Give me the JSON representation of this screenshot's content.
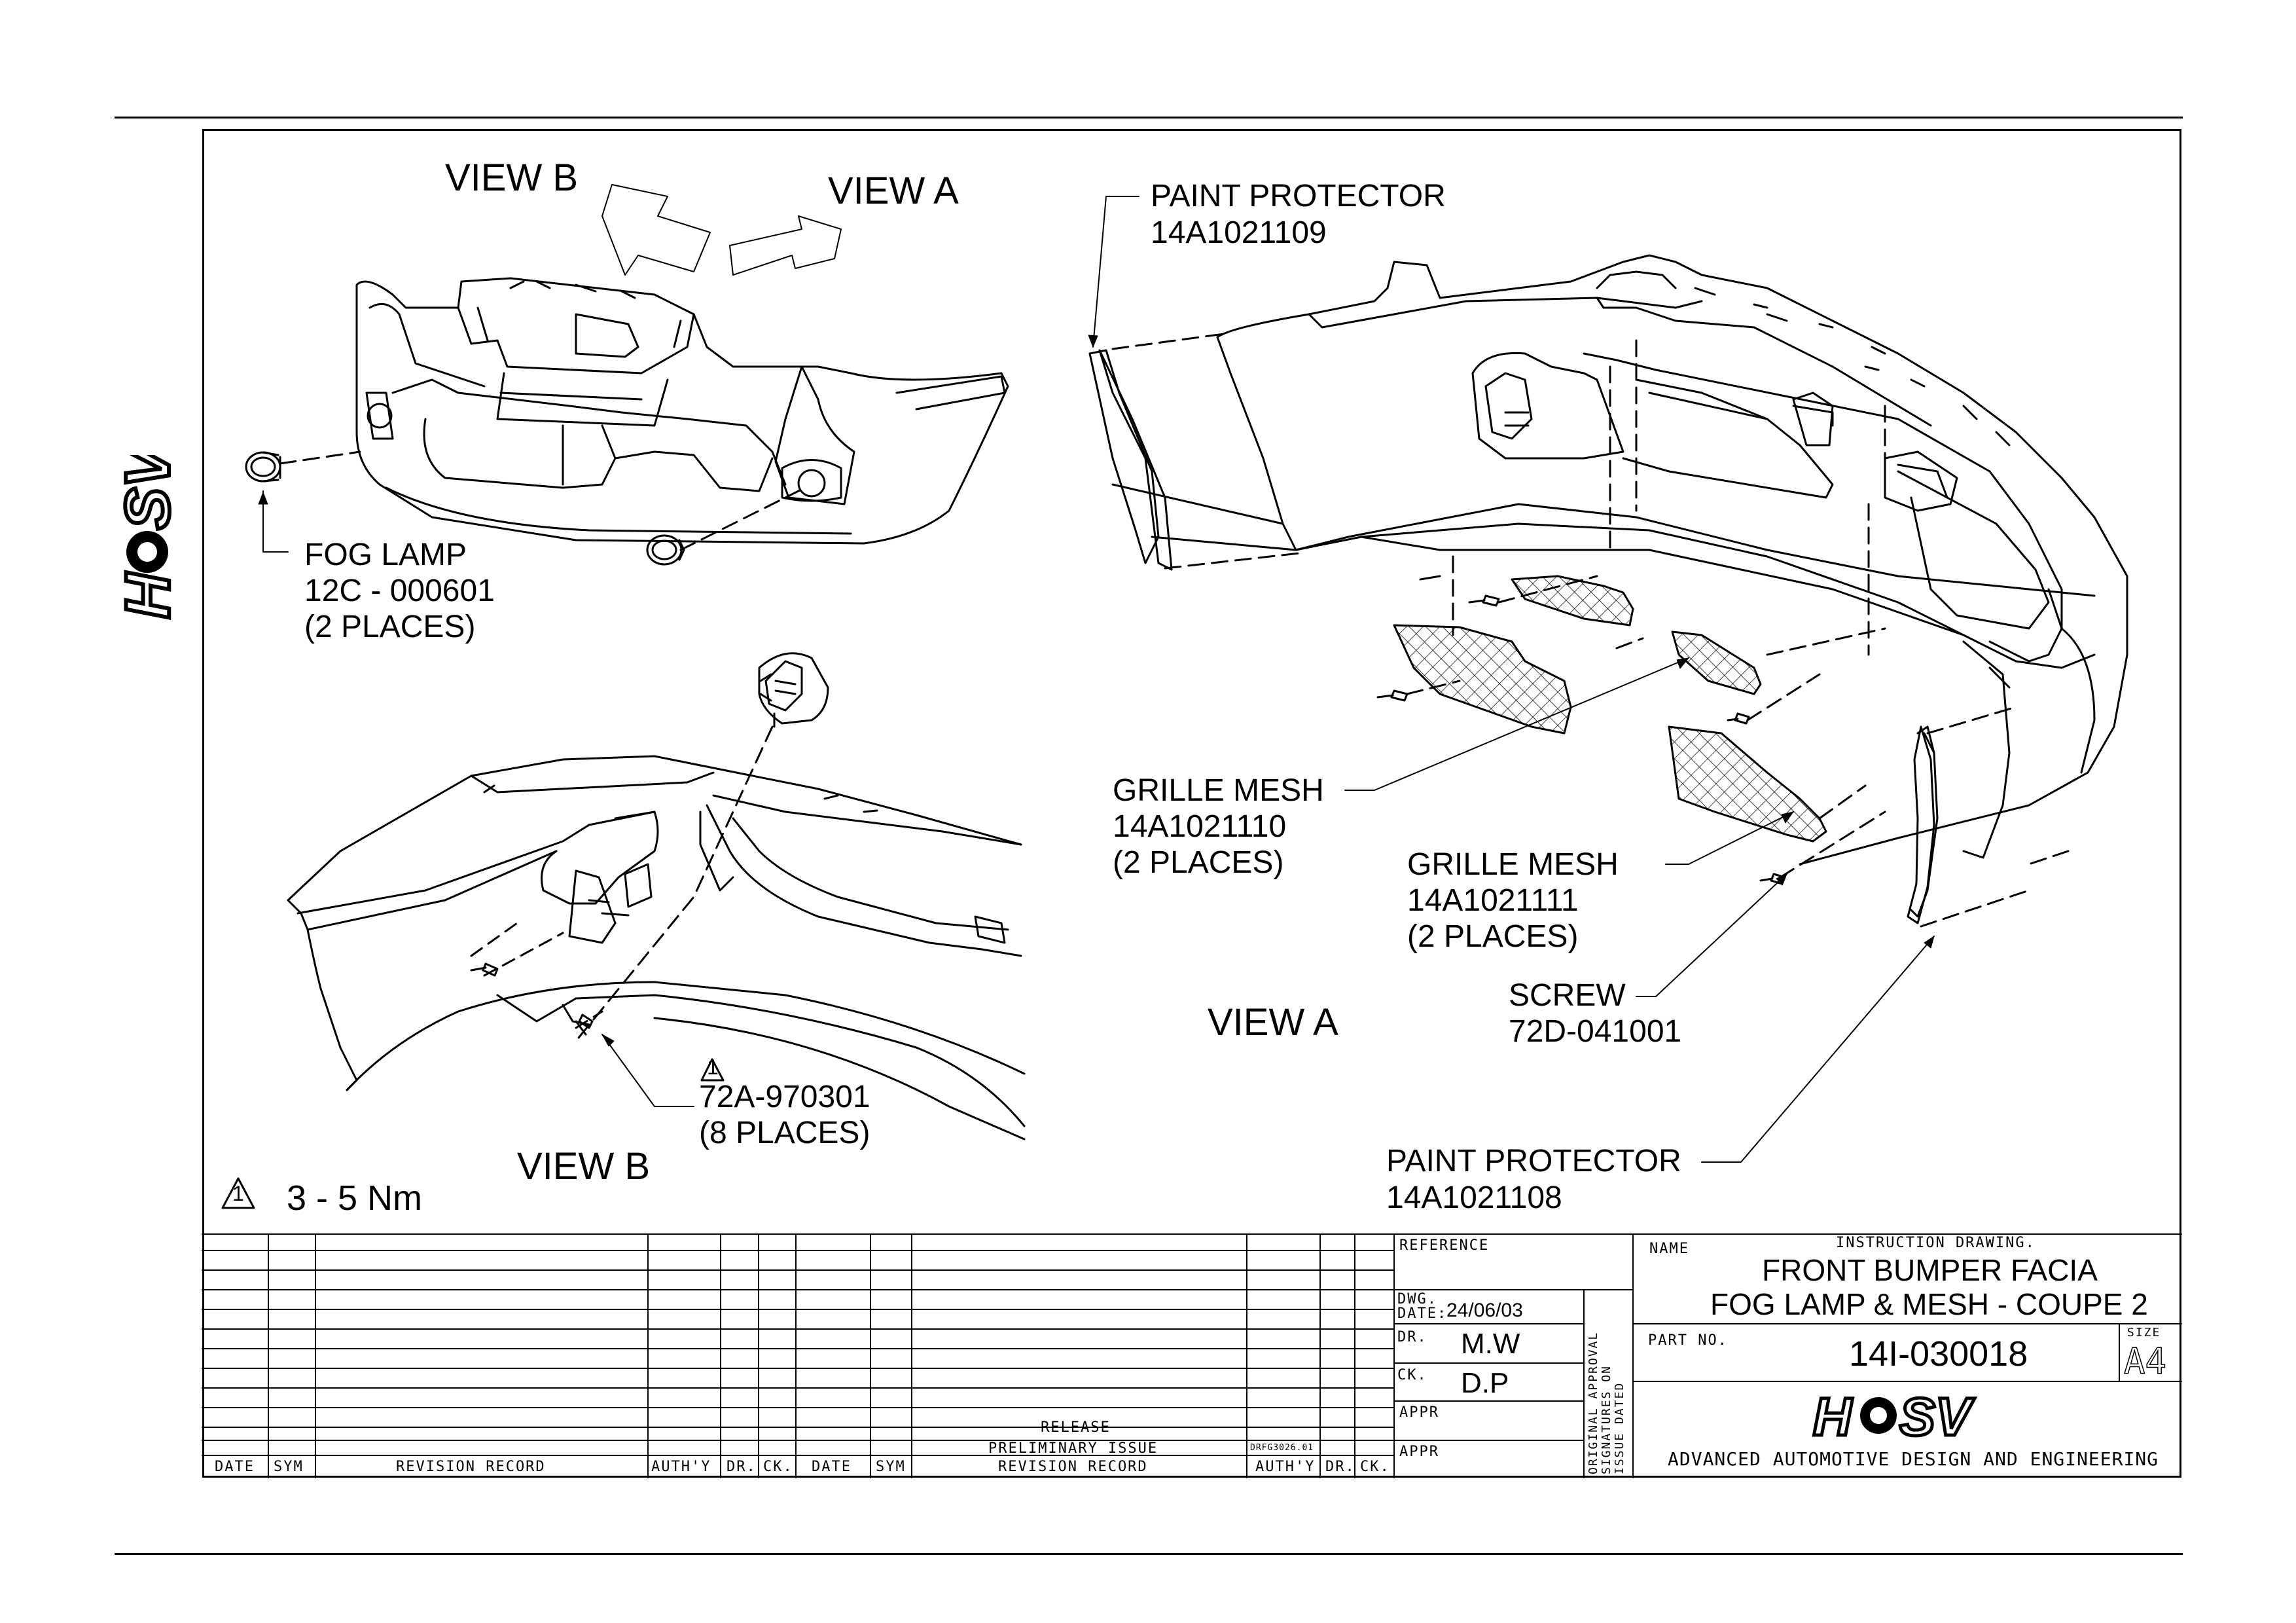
{
  "views": {
    "view_b_top": "VIEW B",
    "view_a_top": "VIEW A",
    "view_a_mid": "VIEW A",
    "view_b_bottom": "VIEW B"
  },
  "callouts": {
    "fog_lamp": {
      "name": "FOG LAMP",
      "part": "12C - 000601",
      "qty": "(2 PLACES)"
    },
    "paint_protector_upper": {
      "name": "PAINT PROTECTOR",
      "part": "14A1021109"
    },
    "grille_mesh_1": {
      "name": "GRILLE MESH",
      "part": "14A1021110",
      "qty": "(2 PLACES)"
    },
    "grille_mesh_2": {
      "name": "GRILLE MESH",
      "part": "14A1021111",
      "qty": "(2 PLACES)"
    },
    "screw": {
      "name": "SCREW",
      "part": "72D-041001"
    },
    "fastener": {
      "note_symbol": "1",
      "part": "72A-970301",
      "qty": "(8 PLACES)"
    },
    "paint_protector_lower": {
      "name": "PAINT PROTECTOR",
      "part": "14A1021108"
    }
  },
  "torque_note": {
    "symbol": "1",
    "text": "3 - 5 Nm"
  },
  "revision_table": {
    "headers_left": [
      "DATE",
      "SYM",
      "REVISION RECORD",
      "AUTH'Y",
      "DR.",
      "CK."
    ],
    "headers_right": [
      "DATE",
      "SYM",
      "REVISION RECORD",
      "AUTH'Y",
      "DR.",
      "CK."
    ],
    "row_release": "RELEASE",
    "row_prelim": "PRELIMINARY ISSUE",
    "row_prelim_ref": "DRFG3026.01"
  },
  "title_block": {
    "reference_label": "REFERENCE",
    "dwg_date_label_1": "DWG.",
    "dwg_date_label_2": "DATE:",
    "dwg_date": "24/06/03",
    "dr_label": "DR.",
    "dr_value": "M.W",
    "ck_label": "CK.",
    "ck_value": "D.P",
    "appr_label_1": "APPR",
    "appr_label_2": "APPR",
    "approval_vertical": [
      "ORIGINAL APPROVAL",
      "SIGNATURES ON",
      "ISSUE DATED"
    ],
    "name_label": "NAME",
    "drawing_type": "INSTRUCTION DRAWING.",
    "title_line_1": "FRONT BUMPER FACIA",
    "title_line_2": "FOG LAMP & MESH - COUPE 2",
    "part_no_label": "PART NO.",
    "part_no": "14I-030018",
    "size_label": "SIZE",
    "size_value": "A4",
    "company_tagline": "ADVANCED AUTOMOTIVE DESIGN AND ENGINEERING"
  },
  "logo": {
    "text_left": "H",
    "text_right": "SV"
  }
}
